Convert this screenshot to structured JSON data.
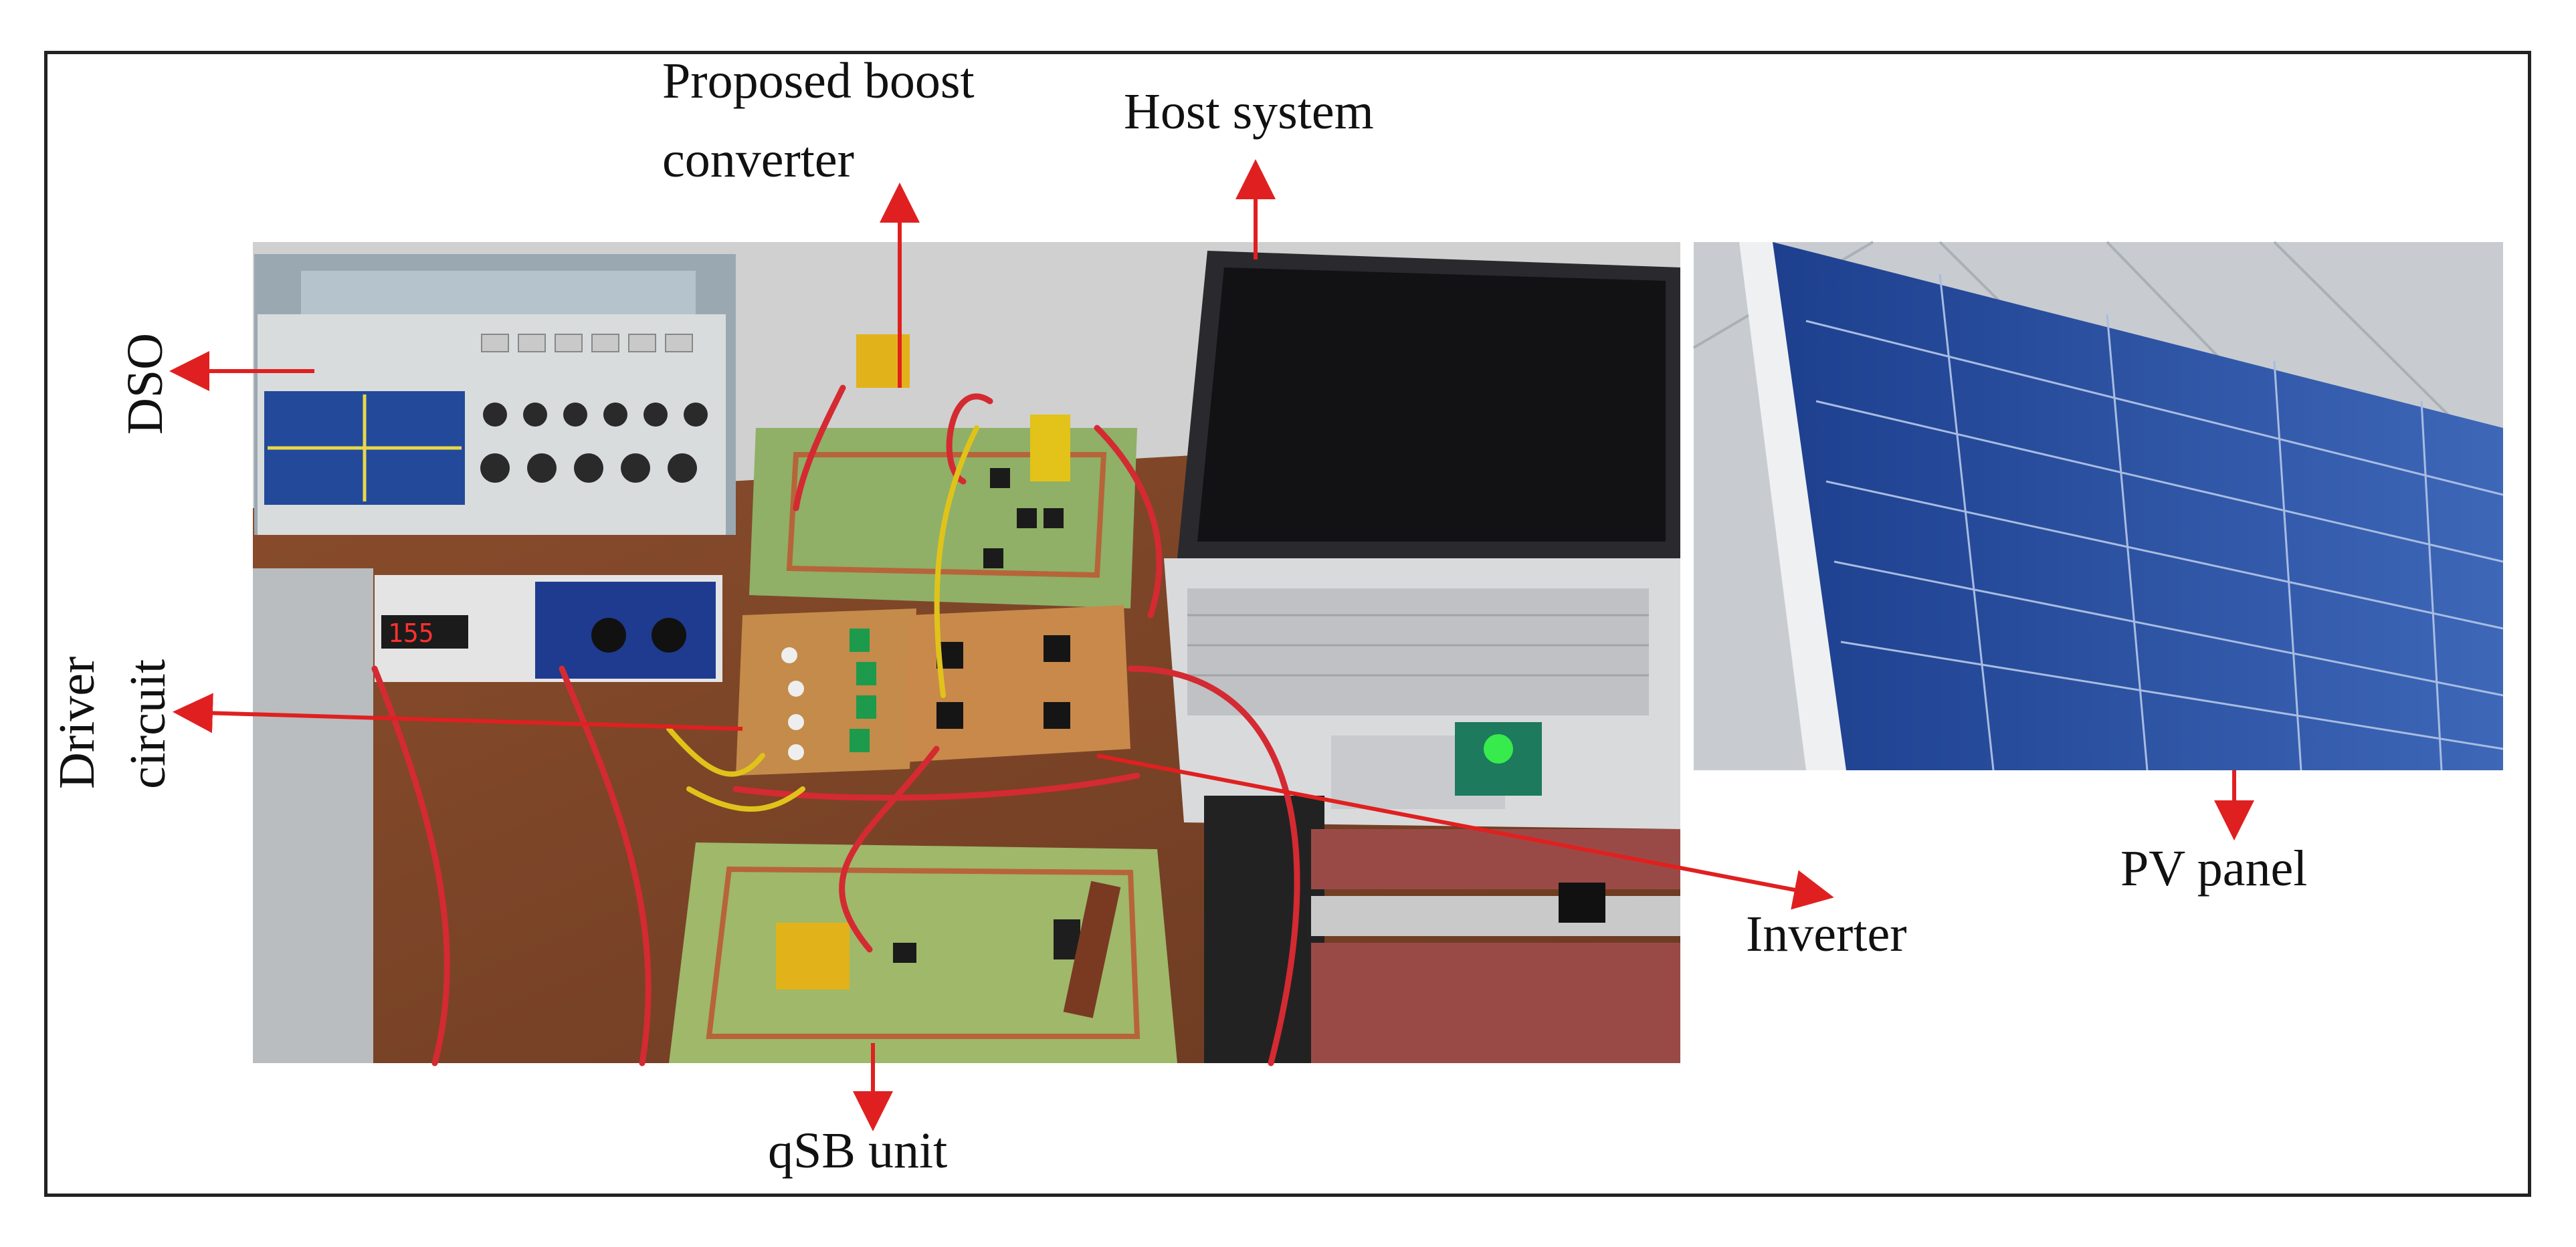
{
  "labels": {
    "proposed_boost_line1": "Proposed boost",
    "proposed_boost_line2": "converter",
    "host_system": "Host system",
    "dso": "DSO",
    "driver_line1": "Driver",
    "driver_line2": "circuit",
    "inverter": "Inverter",
    "qsb_unit": "qSB unit",
    "pv_panel": "PV panel"
  },
  "colors": {
    "arrow": "#e02020",
    "frame": "#222222"
  }
}
